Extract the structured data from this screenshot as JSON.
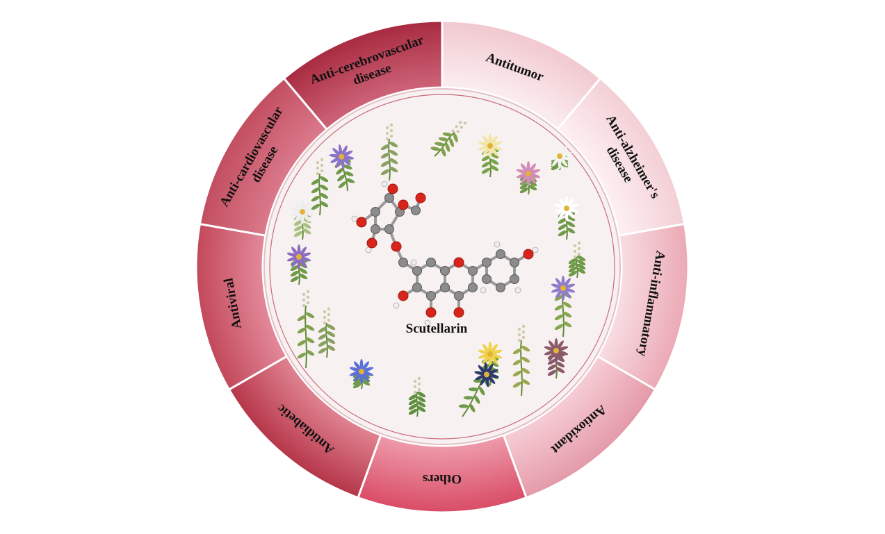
{
  "center": {
    "compound": "Scutellarin"
  },
  "segments": [
    {
      "id": "antitumor",
      "lines": [
        "Antitumor"
      ],
      "color_outer": "#f1c8cf",
      "color_inner": "#fbeef0"
    },
    {
      "id": "alzheimer",
      "lines": [
        "Anti-alzheimer's",
        "disease"
      ],
      "color_outer": "#f3cfd5",
      "color_inner": "#fdf0f2"
    },
    {
      "id": "inflammatory",
      "lines": [
        "Anti-inflammatory"
      ],
      "color_outer": "#eba9b5",
      "color_inner": "#f8dde2"
    },
    {
      "id": "antioxidant",
      "lines": [
        "Antioxidant"
      ],
      "color_outer": "#e49aa8",
      "color_inner": "#f6cdd5"
    },
    {
      "id": "others",
      "lines": [
        "Others"
      ],
      "color_outer": "#d94c66",
      "color_inner": "#ee9aaa"
    },
    {
      "id": "antidiabetic",
      "lines": [
        "Antidiabetic"
      ],
      "color_outer": "#b53649",
      "color_inner": "#e08391"
    },
    {
      "id": "antiviral",
      "lines": [
        "Antiviral"
      ],
      "color_outer": "#c2485a",
      "color_inner": "#e3899a"
    },
    {
      "id": "cardio",
      "lines": [
        "Anti-cardiovascular",
        "disease"
      ],
      "color_outer": "#c24e60",
      "color_inner": "#da7a8b"
    },
    {
      "id": "cerebro",
      "lines": [
        "Anti-cerebrovascular",
        "disease"
      ],
      "color_outer": "#a82b40",
      "color_inner": "#cd6378"
    }
  ],
  "colors": {
    "inner_disc": "#f8f1f1",
    "inner_ring_stroke": "#c86a78",
    "separator": "#ffffff"
  },
  "icons": [
    "flower-icon",
    "herb-icon",
    "molecule-icon"
  ]
}
